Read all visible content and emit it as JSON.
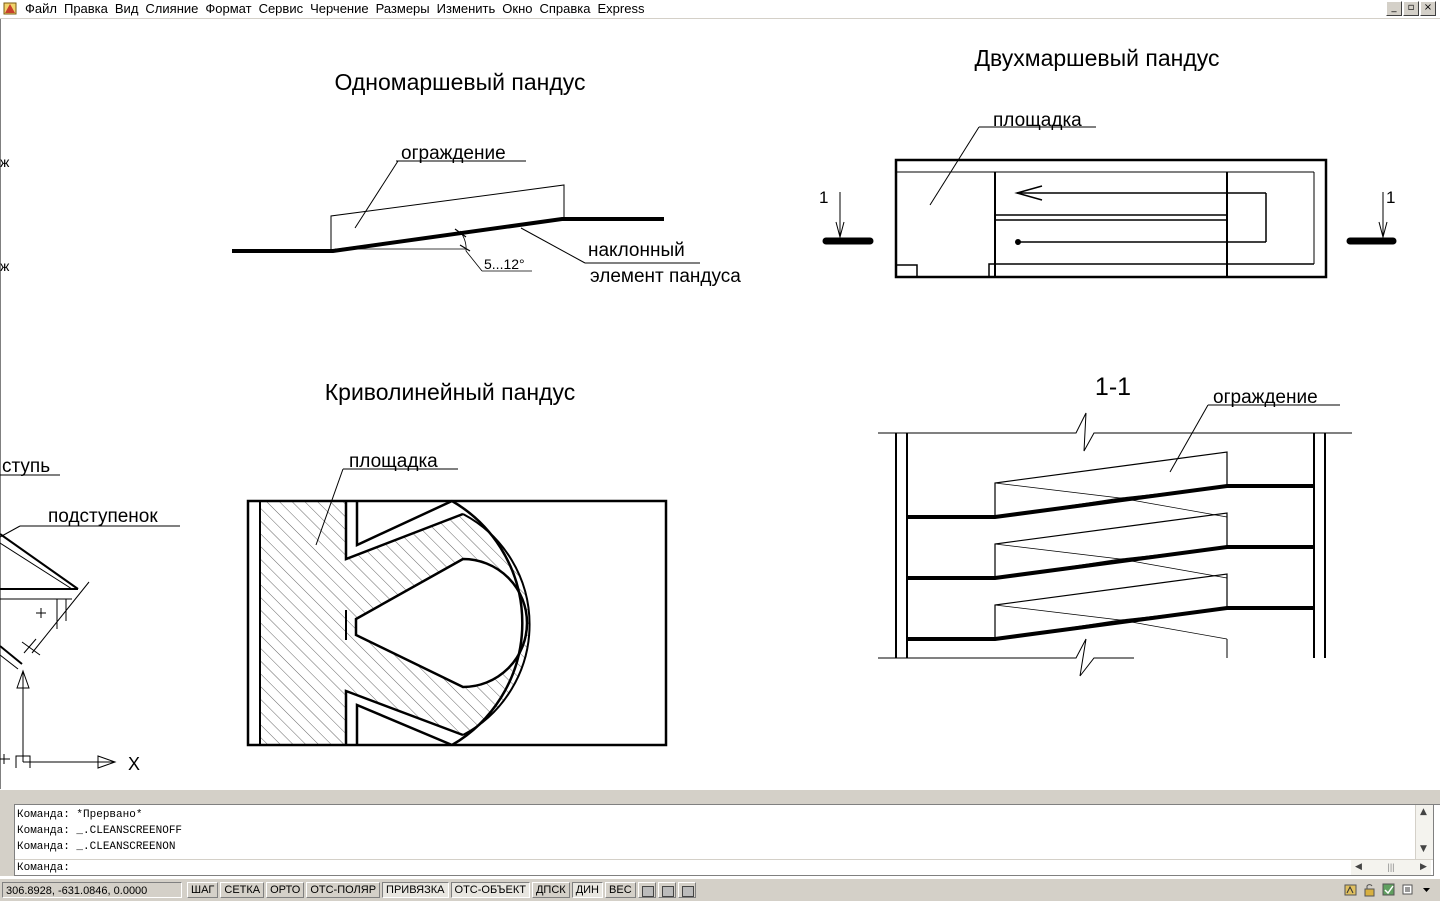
{
  "menu": {
    "items": [
      "Файл",
      "Правка",
      "Вид",
      "Слияние",
      "Формат",
      "Сервис",
      "Черчение",
      "Размеры",
      "Изменить",
      "Окно",
      "Справка",
      "Express"
    ]
  },
  "window_controls": {
    "minimize": "_",
    "restore": "▫",
    "close": "×"
  },
  "drawing": {
    "ramp1": {
      "title": "Одномаршевый пандус",
      "label_railing": "ограждение",
      "label_incline_1": "наклонный",
      "label_incline_2": "элемент пандуса",
      "angle": "5...12°"
    },
    "ramp2": {
      "title": "Двухмаршевый пандус",
      "label_platform": "площадка",
      "section_mark_left": "1",
      "section_mark_right": "1"
    },
    "ramp3": {
      "title": "Криволинейный пандус",
      "label_platform": "площадка"
    },
    "section": {
      "title": "1-1",
      "label_railing": "ограждение"
    },
    "left_fragment": {
      "label_step": "ступь",
      "label_riser": "подступенок",
      "edge_char_1": "ж",
      "edge_char_2": "ж",
      "axis_x": "X"
    }
  },
  "command": {
    "lines": [
      "Команда: *Прервано*",
      "Команда: _.CLEANSCREENOFF",
      "Команда: _.CLEANSCREENON"
    ],
    "prompt": "Команда:"
  },
  "status": {
    "coords": "306.8928, -631.0846, 0.0000",
    "buttons": [
      "ШАГ",
      "СЕТКА",
      "ОРТО",
      "ОТС-ПОЛЯР",
      "ПРИВЯЗКА",
      "ОТС-ОБЪЕКТ",
      "ДПСК",
      "ДИН",
      "ВЕС"
    ]
  }
}
